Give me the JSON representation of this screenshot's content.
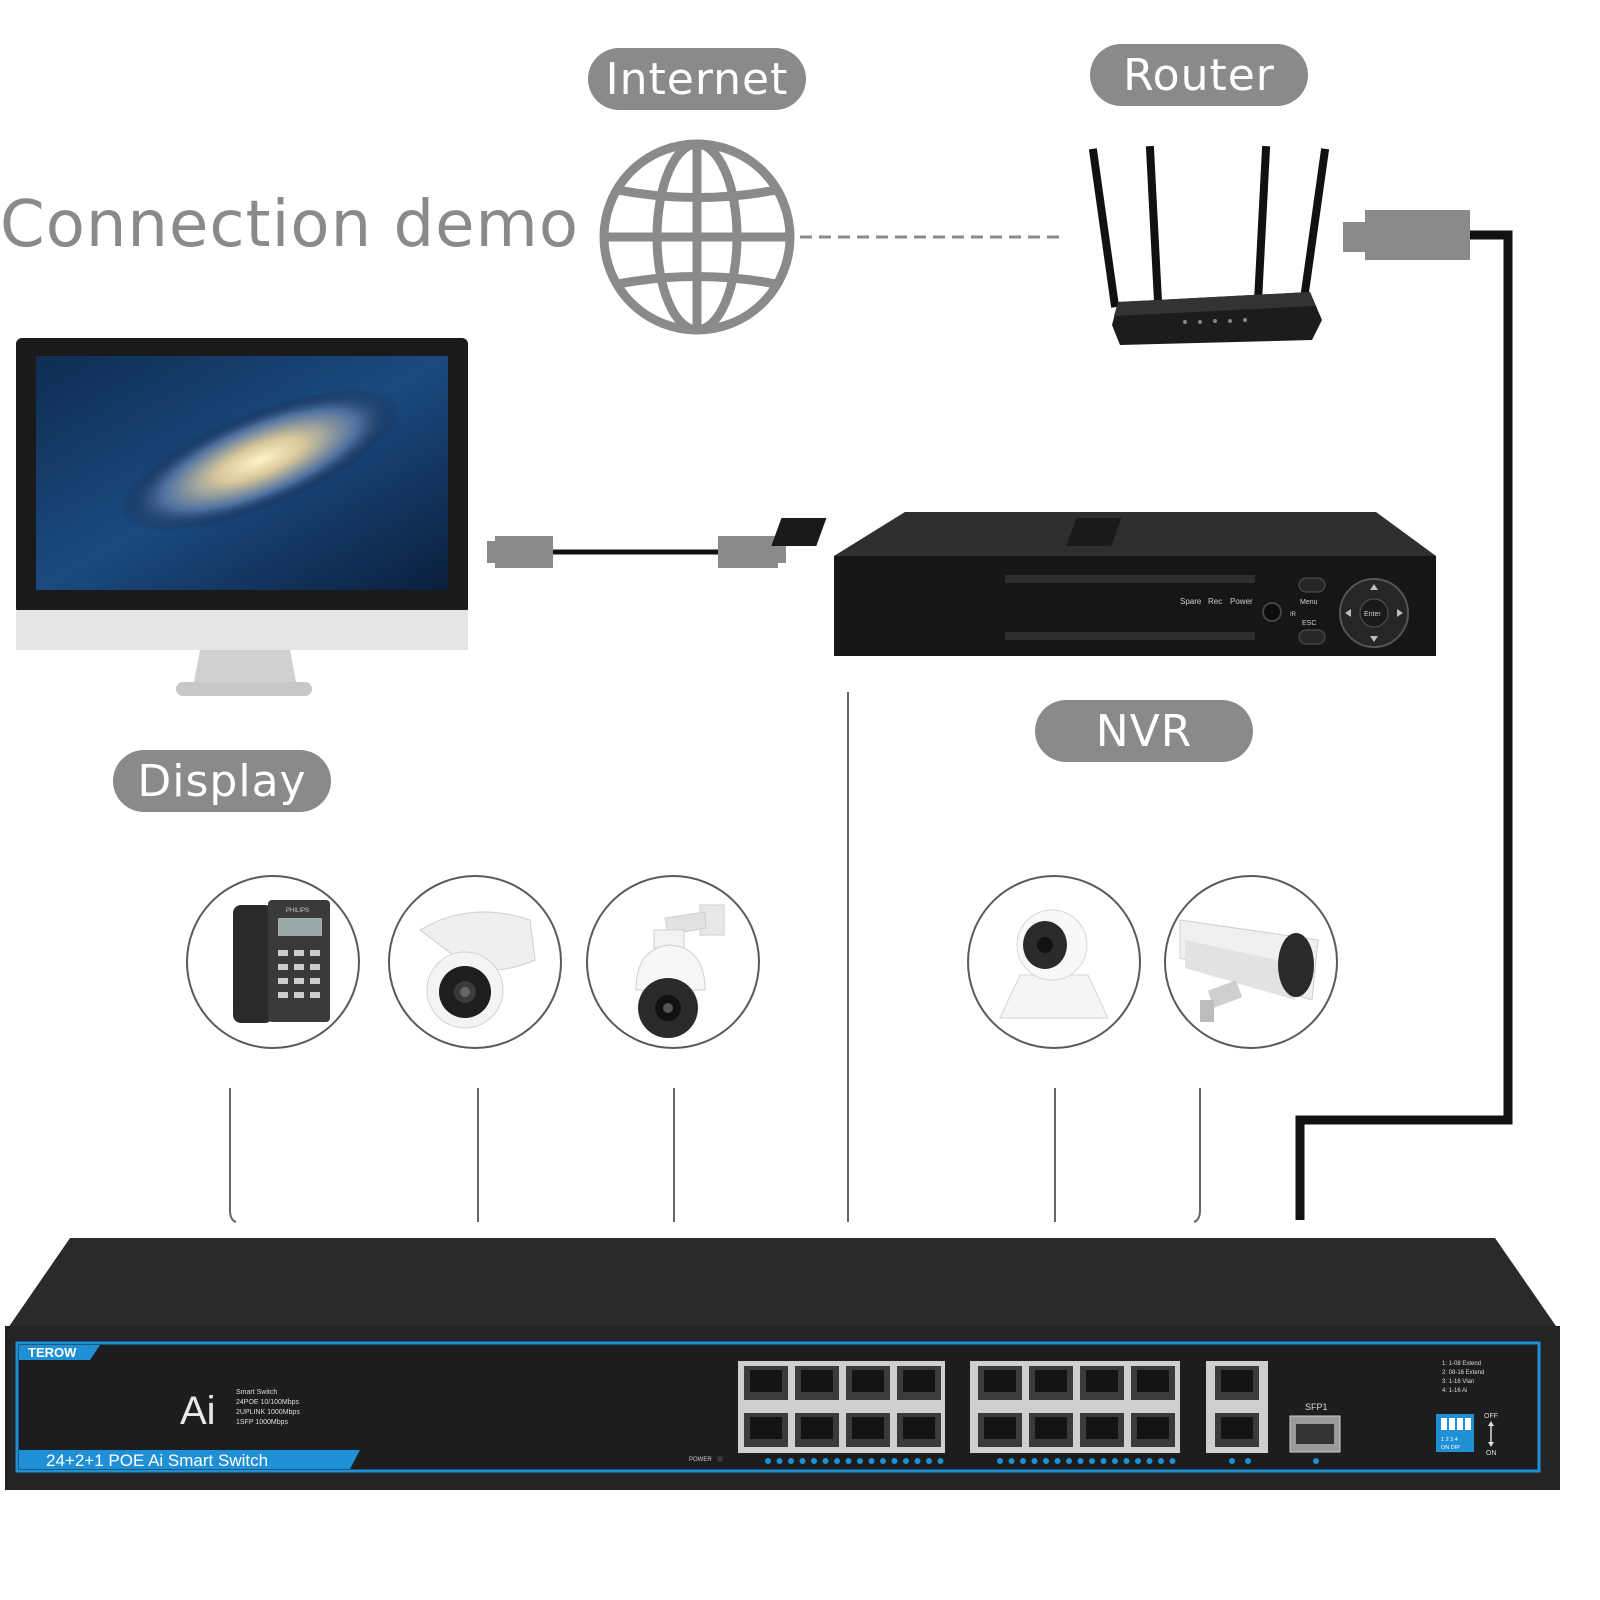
{
  "title": "Connection demo",
  "labels": {
    "internet": "Internet",
    "router": "Router",
    "display": "Display",
    "nvr": "NVR"
  },
  "nvr_panel": {
    "spare": "Spare",
    "rec": "Rec",
    "power": "Power",
    "menu": "Menu",
    "esc": "ESC",
    "enter": "Enter",
    "ir": "IR"
  },
  "devices": [
    {
      "name": "ip-phone",
      "label": "PHILIPS"
    },
    {
      "name": "dome-camera"
    },
    {
      "name": "ptz-camera"
    },
    {
      "name": "indoor-camera"
    },
    {
      "name": "bullet-camera"
    }
  ],
  "switch": {
    "brand": "TEROW",
    "ai": "Ai",
    "spec_lines": [
      "Smart Switch",
      "24POE 10/100Mbps",
      "2UPLINK 1000Mbps",
      "1SFP 1000Mbps"
    ],
    "model": "24+2+1 POE Ai Smart Switch",
    "power_label": "POWER",
    "sfp_label": "SFP1",
    "dip_lines": [
      "1: 1-08 Extend",
      "2: 08-16 Extend",
      "3: 1-16 Vlan",
      "4: 1-16 Ai"
    ],
    "off": "OFF",
    "on": "ON",
    "dip_numbers": "1 2 3 4",
    "dip_sub": "ON  DIP"
  },
  "colors": {
    "pill": "#8a8a8a",
    "line": "#666666",
    "cable": "#111111",
    "switch_body": "#2b2b2b",
    "accent": "#1f8fd6"
  }
}
